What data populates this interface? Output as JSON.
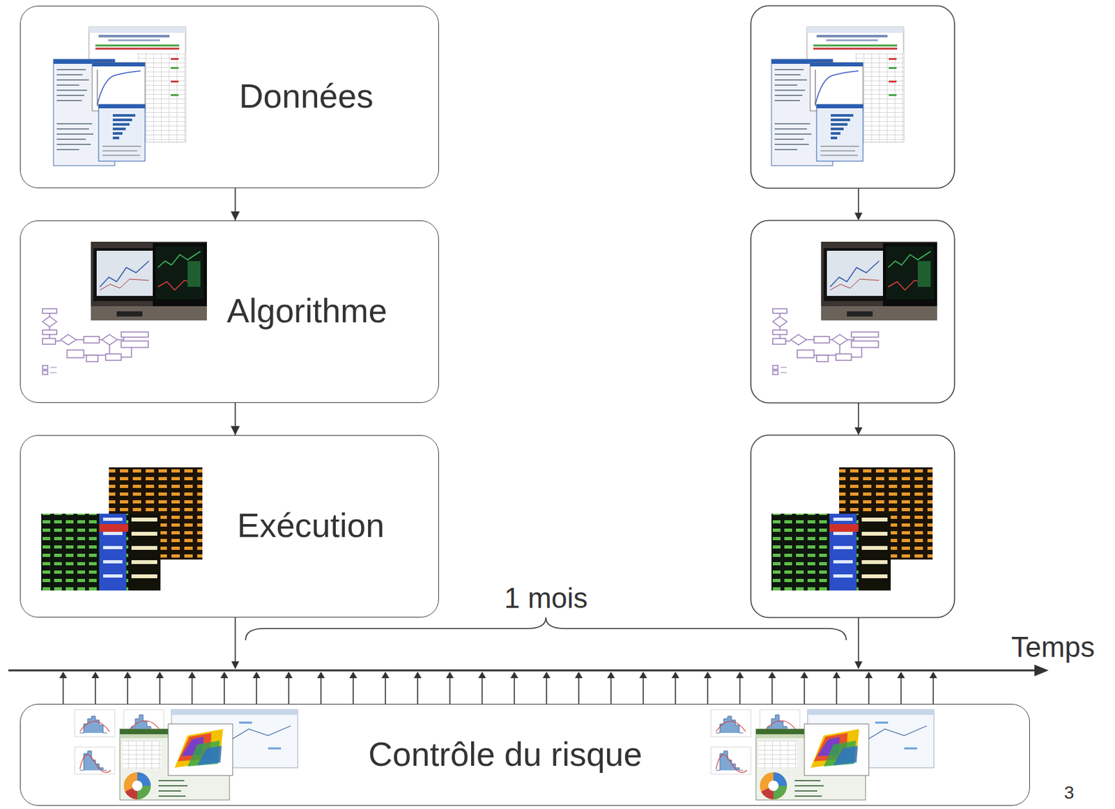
{
  "diagram": {
    "nodes": [
      {
        "text": [
          "Données"
        ]
      },
      {
        "text": [
          "Algorithme"
        ]
      },
      {
        "text": [
          "Exécution"
        ]
      },
      {
        "text": [
          "Contrôle du risque"
        ]
      }
    ],
    "edges": [
      {
        "from": 0,
        "to": 1,
        "arrow": "to"
      },
      {
        "from": 1,
        "to": 2,
        "arrow": "to"
      }
    ],
    "labels": [
      "1 mois",
      "Temps",
      "3"
    ]
  }
}
